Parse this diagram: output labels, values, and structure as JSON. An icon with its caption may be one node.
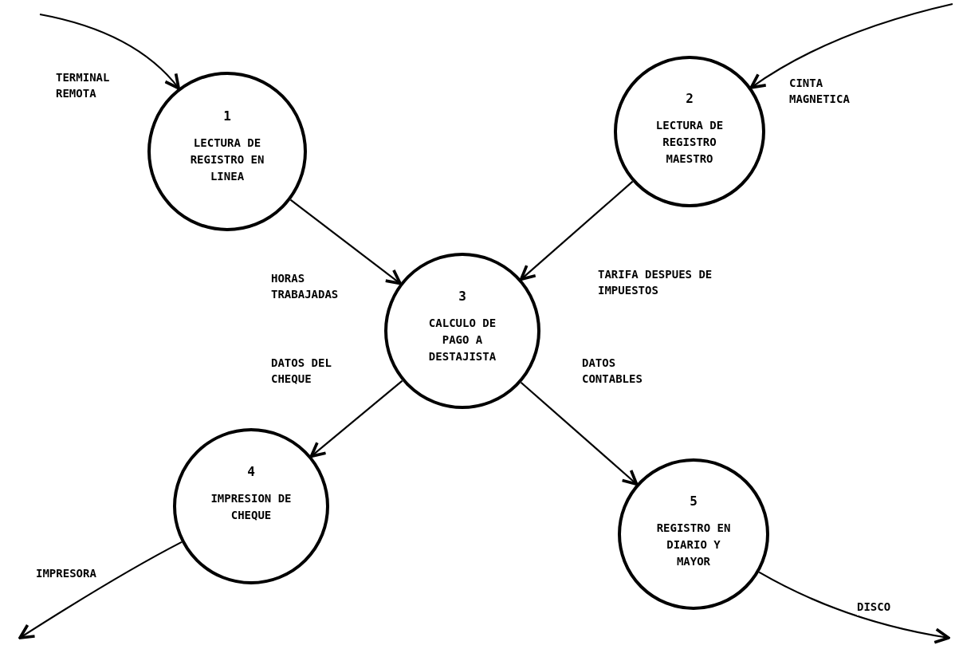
{
  "diagram": {
    "nodes": [
      {
        "text": [
          "1",
          "LECTURA DE REGISTRO EN LINEA"
        ]
      },
      {
        "text": [
          "2",
          "LECTURA DE REGISTRO MAESTRO"
        ]
      },
      {
        "text": [
          "3",
          "CALCULO DE PAGO A DESTAJISTA"
        ]
      },
      {
        "text": [
          "4",
          "IMPRESION DE CHEQUE"
        ]
      },
      {
        "text": [
          "5",
          "REGISTRO EN DIARIO Y MAYOR"
        ]
      }
    ],
    "edges": [
      {
        "from": null,
        "to": 0,
        "arrow": "to",
        "label": "TERMINAL REMOTA"
      },
      {
        "from": null,
        "to": 1,
        "arrow": "to",
        "label": "CINTA MAGNETICA"
      },
      {
        "from": 0,
        "to": 2,
        "arrow": "to",
        "label": "HORAS TRABAJADAS"
      },
      {
        "from": 1,
        "to": 2,
        "arrow": "to",
        "label": "TARIFA DESPUES DE IMPUESTOS"
      },
      {
        "from": 2,
        "to": 3,
        "arrow": "to",
        "label": "DATOS DEL CHEQUE"
      },
      {
        "from": 2,
        "to": 4,
        "arrow": "to",
        "label": "DATOS CONTABLES"
      },
      {
        "from": 3,
        "to": null,
        "arrow": "to",
        "label": "IMPRESORA"
      },
      {
        "from": 4,
        "to": null,
        "arrow": "to",
        "label": "DISCO"
      }
    ]
  }
}
